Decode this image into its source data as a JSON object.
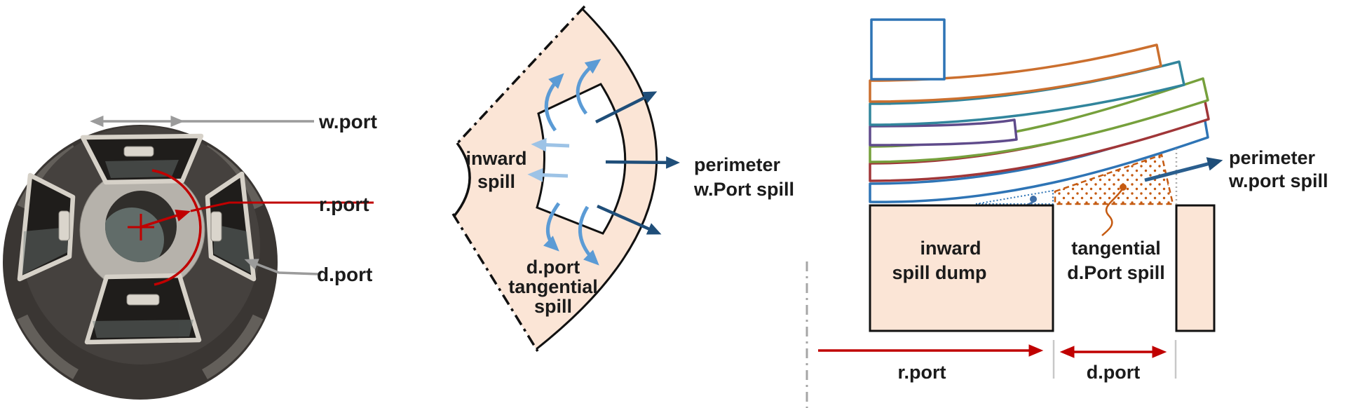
{
  "figure": {
    "description": "Three-panel engineering diagram of rotor port spill paths"
  },
  "left_panel": {
    "wport_label": "w.port",
    "rport_label": "r.port",
    "dport_label": "d.port"
  },
  "middle_panel": {
    "inward_spill": [
      "inward",
      "spill"
    ],
    "tangential_spill": [
      "d.port",
      "tangential",
      "spill"
    ],
    "perimeter_spill": [
      "perimeter",
      "w.Port spill"
    ]
  },
  "right_panel": {
    "inward_dump": [
      "inward",
      "spill dump"
    ],
    "tangential_spill": [
      "tangential",
      "d.Port spill"
    ],
    "perimeter_spill": [
      "perimeter",
      "w.port spill"
    ],
    "rport_label": "r.port",
    "dport_label": "d.port"
  },
  "colors": {
    "peach_fill": "#FBE5D6",
    "navy_arrow": "#1F4E79",
    "blue_arrow": "#5B9BD5",
    "light_blue_arrow": "#9DC3E6",
    "red_annotation": "#C00000",
    "gray_annotation": "#9B9B9B",
    "strip_blue": "#2E74B5",
    "strip_orange": "#CB6F2E",
    "strip_teal": "#31859C",
    "strip_purple": "#5F4B8B",
    "strip_green": "#76A03C",
    "strip_darkred": "#A03638",
    "orange_dashed": "#C55A11",
    "outline_black": "#111111"
  }
}
